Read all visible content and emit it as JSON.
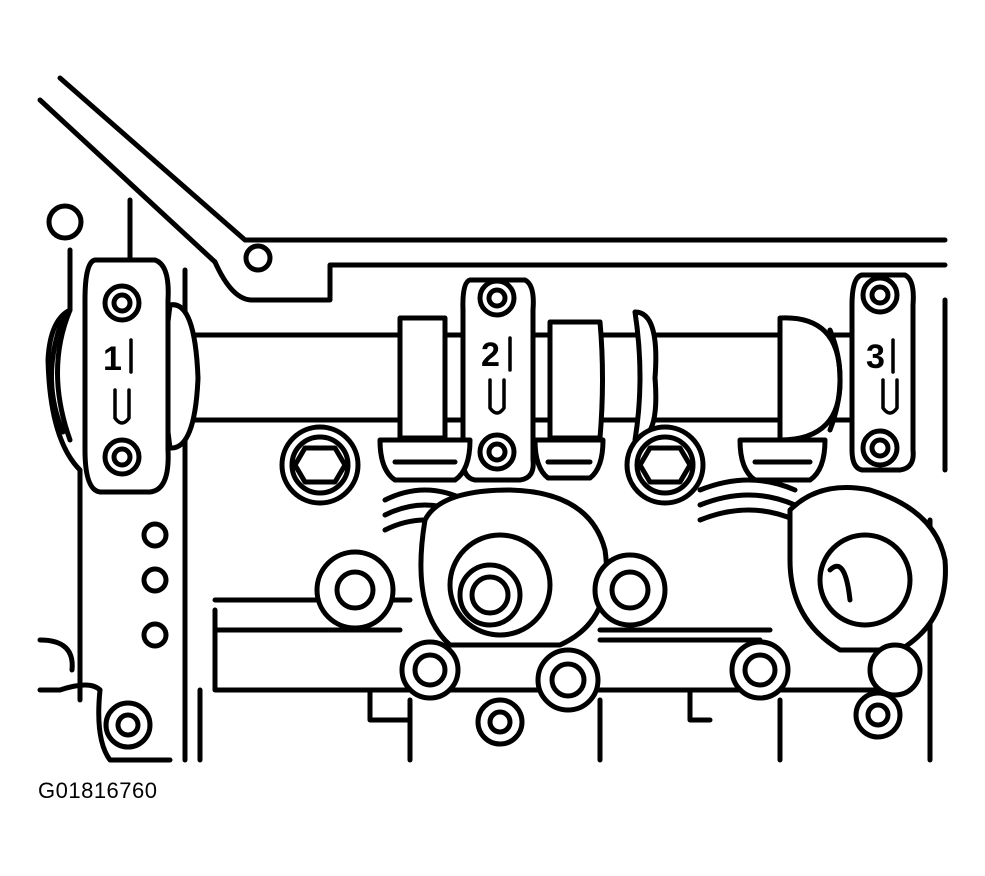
{
  "diagram": {
    "figure_code": "G01816760",
    "bearing_caps": [
      {
        "number": "1"
      },
      {
        "number": "2"
      },
      {
        "number": "3"
      }
    ]
  }
}
